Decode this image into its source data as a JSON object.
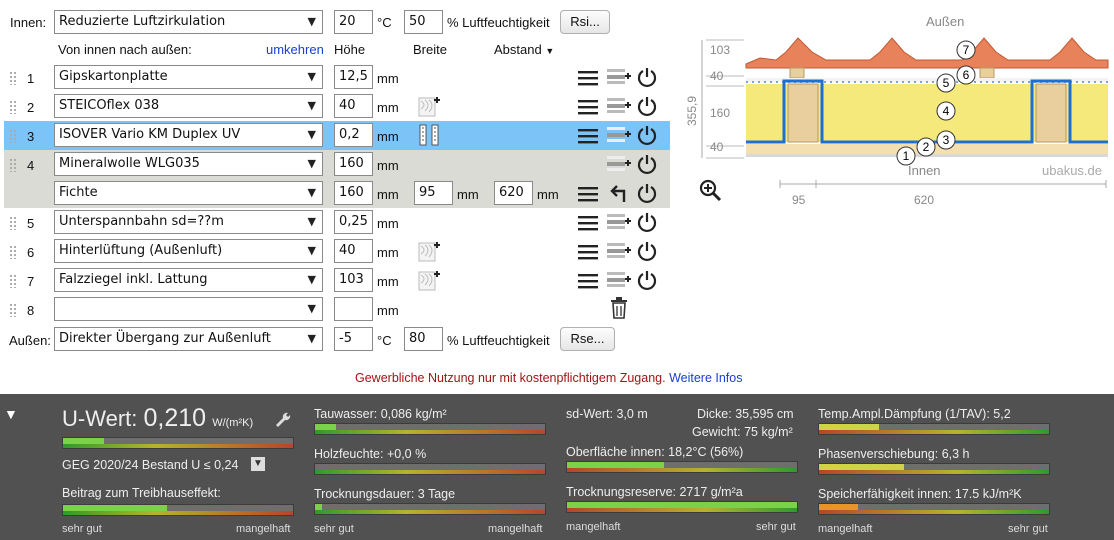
{
  "inside": {
    "label": "Innen:",
    "select": "Reduzierte Luftzirkulation",
    "temp": "20",
    "temp_unit": "°C",
    "humidity": "50",
    "humidity_unit": "% Luftfeuchtigkeit",
    "btn": "Rsi..."
  },
  "header": {
    "order": "Von innen nach außen:",
    "reverse": "umkehren",
    "height": "Höhe",
    "width": "Breite",
    "distance": "Abstand"
  },
  "layers": [
    {
      "num": "1",
      "material": "Gipskartonplatte",
      "thickness": "12,5",
      "unit": "mm"
    },
    {
      "num": "2",
      "material": "STEICOflex 038",
      "thickness": "40",
      "unit": "mm"
    },
    {
      "num": "3",
      "material": "ISOVER Vario KM Duplex UV",
      "thickness": "0,2",
      "unit": "mm"
    },
    {
      "num": "4",
      "material": "Mineralwolle WLG035",
      "thickness": "160",
      "unit": "mm"
    },
    {
      "num": "",
      "material": "Fichte",
      "thickness": "160",
      "unit": "mm",
      "width": "95",
      "width_unit": "mm",
      "distance": "620",
      "distance_unit": "mm"
    },
    {
      "num": "5",
      "material": "Unterspannbahn sd=??m",
      "thickness": "0,25",
      "unit": "mm"
    },
    {
      "num": "6",
      "material": "Hinterlüftung (Außenluft)",
      "thickness": "40",
      "unit": "mm"
    },
    {
      "num": "7",
      "material": "Falzziegel inkl. Lattung",
      "thickness": "103",
      "unit": "mm"
    },
    {
      "num": "8",
      "material": "",
      "thickness": "",
      "unit": "mm"
    }
  ],
  "outside": {
    "label": "Außen:",
    "select": "Direkter Übergang zur Außenluft",
    "temp": "-5",
    "temp_unit": "°C",
    "humidity": "80",
    "humidity_unit": "% Luftfeuchtigkeit",
    "btn": "Rse..."
  },
  "diagram": {
    "outside": "Außen",
    "inside": "Innen",
    "brand": "ubakus.de",
    "total": "355,9",
    "dims": [
      "103",
      "40",
      "160",
      "40"
    ],
    "widths": [
      "95",
      "620"
    ],
    "markers": [
      "1",
      "2",
      "3",
      "4",
      "5",
      "6",
      "7"
    ]
  },
  "notice": {
    "text": "Gewerbliche Nutzung nur mit kostenpflichtigem Zugang.",
    "link": "Weitere Infos"
  },
  "results": {
    "uvalue_label": "U-Wert:",
    "uvalue": "0,210",
    "uvalue_unit": "W/(m²K)",
    "uvalue_fill": 0.18,
    "geg": "GEG 2020/24 Bestand U ≤ 0,24",
    "greenhouse": "Beitrag zum Treibhauseffekt:",
    "greenhouse_fill": 0.45,
    "good": "sehr gut",
    "bad": "mangelhaft",
    "condensation": "Tauwasser: 0,086 kg/m²",
    "condensation_fill": 0.09,
    "woodmoisture": "Holzfeuchte: +0,0 %",
    "woodmoisture_fill": 0.0,
    "drying": "Trocknungsdauer: 3 Tage",
    "drying_fill": 0.03,
    "sd": "sd-Wert: 3,0 m",
    "thickness": "Dicke: 35,595 cm",
    "weight": "Gewicht: 75 kg/m²",
    "surface": "Oberfläche innen: 18,2°C (56%)",
    "surface_fill": 0.42,
    "reserve": "Trocknungsreserve: 2717 g/m²a",
    "reserve_fill": 1.0,
    "col3_left": "mangelhaft",
    "col3_right": "sehr gut",
    "damping": "Temp.Ampl.Dämpfung (1/TAV): 5,2",
    "damping_fill": 0.26,
    "phase": "Phasenverschiebung: 6,3 h",
    "phase_fill": 0.37,
    "storage": "Speicherfähigkeit innen: 17.5 kJ/m²K",
    "storage_fill": 0.17,
    "col4_left": "mangelhaft",
    "col4_right": "sehr gut"
  },
  "colors": {
    "selected_row": "#7cc3f7",
    "stud_row": "#d9dbd4",
    "panel": "#515151",
    "link": "#1a3fc9",
    "notice": "#a01515"
  }
}
